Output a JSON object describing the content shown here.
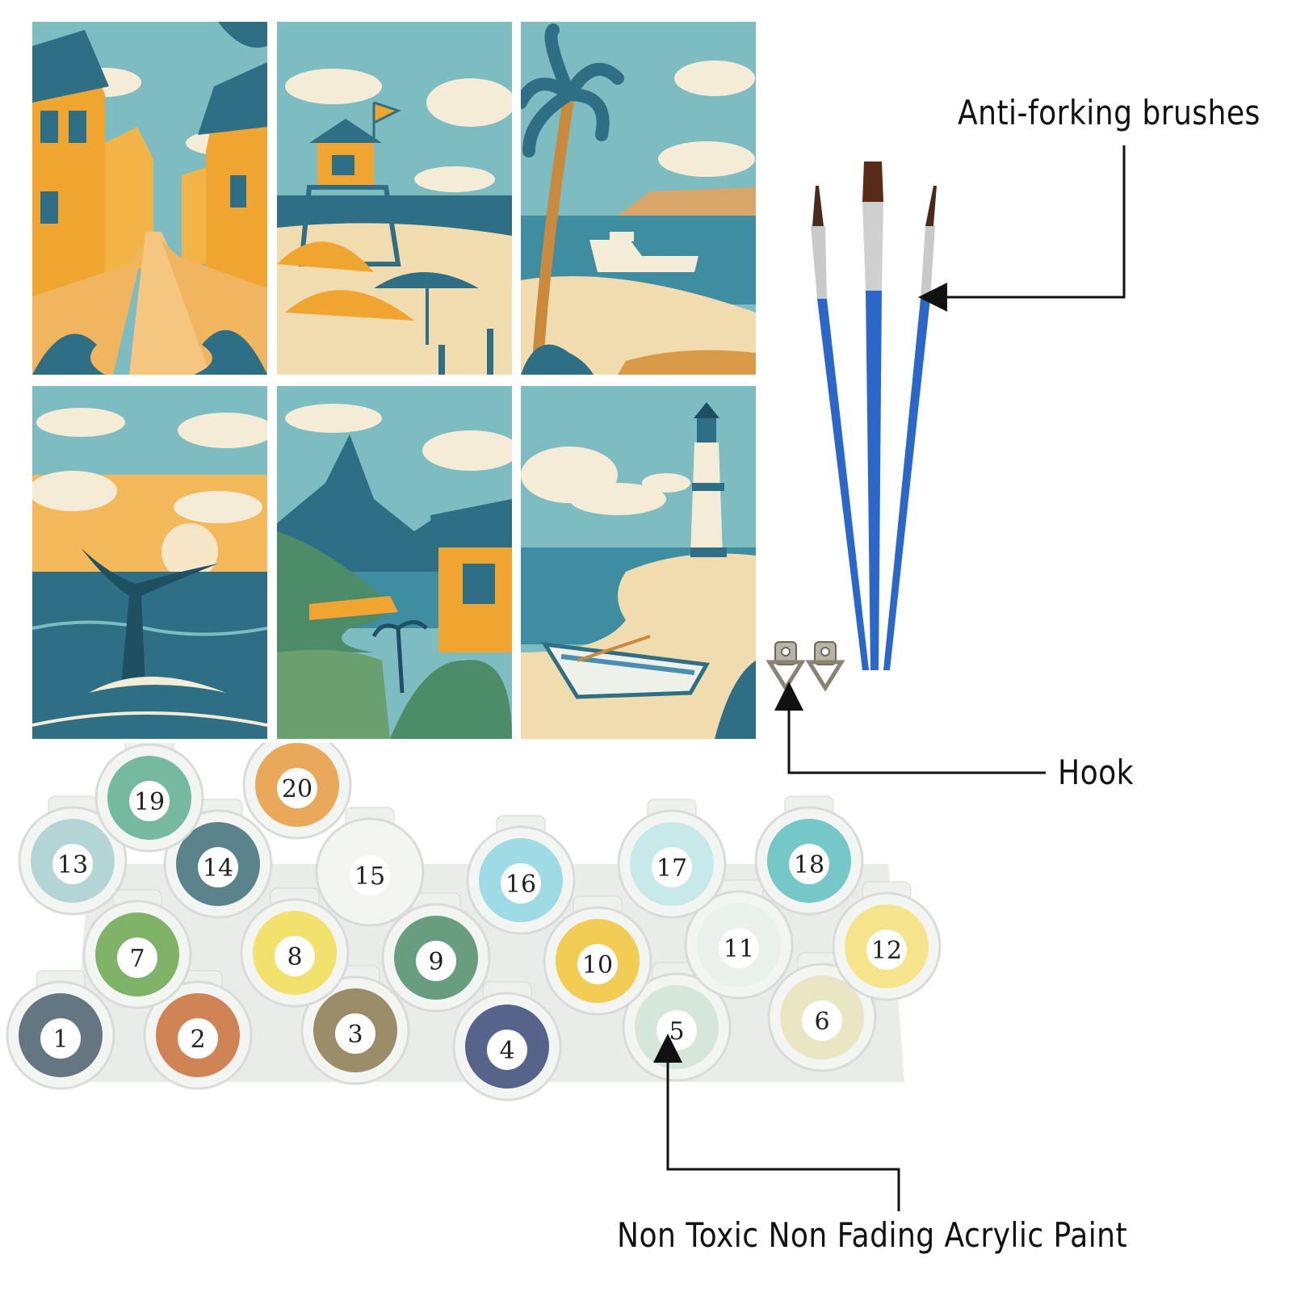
{
  "labels": {
    "brushes": "Anti-forking brushes",
    "hook": "Hook",
    "paint": "Non Toxic Non Fading Acrylic Paint"
  },
  "paint_pots": [
    {
      "number": "1",
      "color": "#4b5f6e"
    },
    {
      "number": "2",
      "color": "#c9703a"
    },
    {
      "number": "3",
      "color": "#8c7a50"
    },
    {
      "number": "4",
      "color": "#3a4a78"
    },
    {
      "number": "5",
      "color": "#cfe3d6"
    },
    {
      "number": "6",
      "color": "#e8e2b8"
    },
    {
      "number": "7",
      "color": "#6aa84f"
    },
    {
      "number": "8",
      "color": "#f1dd55"
    },
    {
      "number": "9",
      "color": "#4f8d6a"
    },
    {
      "number": "10",
      "color": "#f2c43a"
    },
    {
      "number": "11",
      "color": "#e7efe9"
    },
    {
      "number": "12",
      "color": "#f6e07a"
    },
    {
      "number": "13",
      "color": "#a8cfd0"
    },
    {
      "number": "14",
      "color": "#3f6e78"
    },
    {
      "number": "15",
      "color": "#f3f5f2"
    },
    {
      "number": "16",
      "color": "#8fd6e0"
    },
    {
      "number": "17",
      "color": "#bfe6e6"
    },
    {
      "number": "18",
      "color": "#5fbfc0"
    },
    {
      "number": "19",
      "color": "#5fae92"
    },
    {
      "number": "20",
      "color": "#e89a3e"
    }
  ],
  "colors": {
    "sky": "#79b8bb",
    "sand": "#f1c77a",
    "ocean": "#2f6f86",
    "deep": "#1f4f63",
    "orange": "#f0a531",
    "cloud": "#f5ecd7",
    "brush_handle": "#2b67c9"
  },
  "icons": [
    "paintbrush-icon",
    "sawtooth-hook-icon"
  ]
}
